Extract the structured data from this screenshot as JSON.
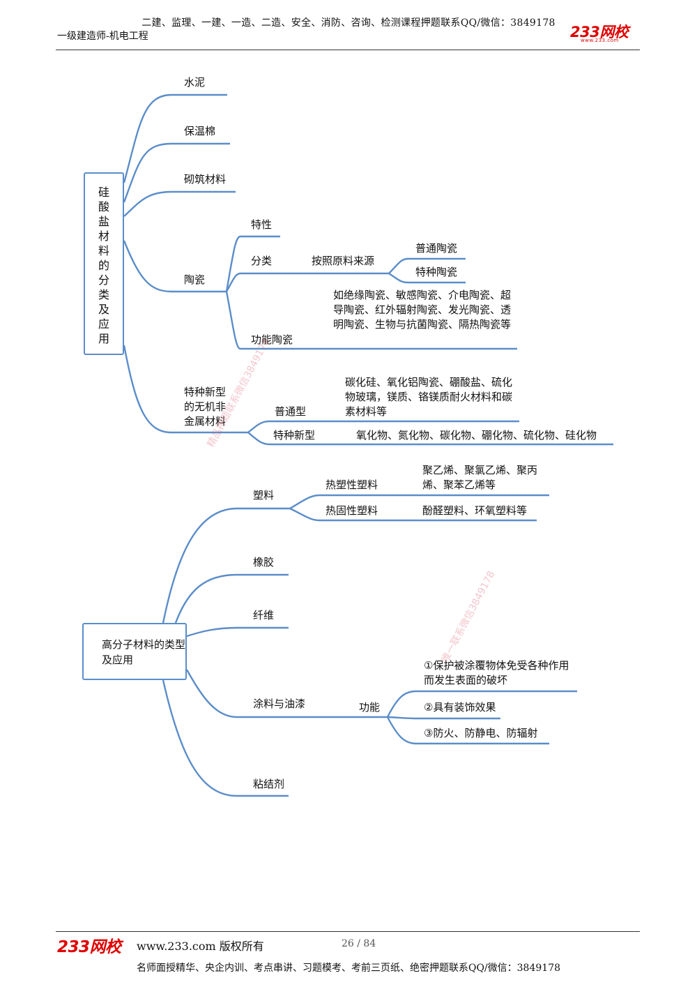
{
  "header": {
    "top_line": "二建、监理、一建、一造、二造、安全、消防、咨询、检测课程押题联系QQ/微信：3849178",
    "subtitle": "一级建造师-机电工程",
    "logo": "233网校",
    "logo_url": "www.233.com"
  },
  "map1": {
    "title_chars": [
      "硅",
      "酸",
      "盐",
      "材",
      "料",
      "的",
      "分",
      "类",
      "及",
      "应",
      "用"
    ],
    "cement": "水泥",
    "insulation": "保温棉",
    "masonry": "砌筑材料",
    "ceramics": "陶瓷",
    "property": "特性",
    "classification": "分类",
    "by_raw_material": "按照原料来源",
    "ordinary_ceramics": "普通陶瓷",
    "special_ceramics": "特种陶瓷",
    "functional_ceramics": "功能陶瓷",
    "functional_examples": "如绝缘陶瓷、敏感陶瓷、介电陶瓷、超导陶瓷、红外辐射陶瓷、发光陶瓷、透明陶瓷、生物与抗菌陶瓷、隔热陶瓷等",
    "new_inorganic_line1": "特种新型",
    "new_inorganic_line2": "的无机非",
    "new_inorganic_line3": "金属材料",
    "general_type": "普通型",
    "general_examples": "碳化硅、氧化铝陶瓷、硼酸盐、硫化物玻璃，镁质、铬镁质耐火材料和碳素材料等",
    "special_new_type": "特种新型",
    "special_new_examples": "氧化物、氮化物、碳化物、硼化物、硫化物、硅化物"
  },
  "map2": {
    "title": "高分子材料的类型及应用",
    "plastics": "塑料",
    "thermoplastic": "热塑性塑料",
    "thermoplastic_examples": "聚乙烯、聚氯乙烯、聚丙烯、聚苯乙烯等",
    "thermoset": "热固性塑料",
    "thermoset_examples": "酚醛塑料、环氧塑料等",
    "rubber": "橡胶",
    "fiber": "纤维",
    "coatings": "涂料与油漆",
    "function": "功能",
    "func1": "①保护被涂覆物体免受各种作用而发生表面的破坏",
    "func2": "②具有装饰效果",
    "func3": "③防火、防静电、防辐射",
    "adhesive": "粘结剂"
  },
  "watermarks": [
    "精品押题联系微信3849178",
    "唯一联系微信3849178"
  ],
  "footer": {
    "logo": "233网校",
    "copyright": "www.233.com 版权所有",
    "page_number": "26 / 84",
    "bottom_line": "名师面授精华、央企内训、考点串讲、习题模考、考前三页纸、绝密押题联系QQ/微信：3849178"
  },
  "colors": {
    "line": "#5b8dc9",
    "brand_red": "#e00000"
  }
}
